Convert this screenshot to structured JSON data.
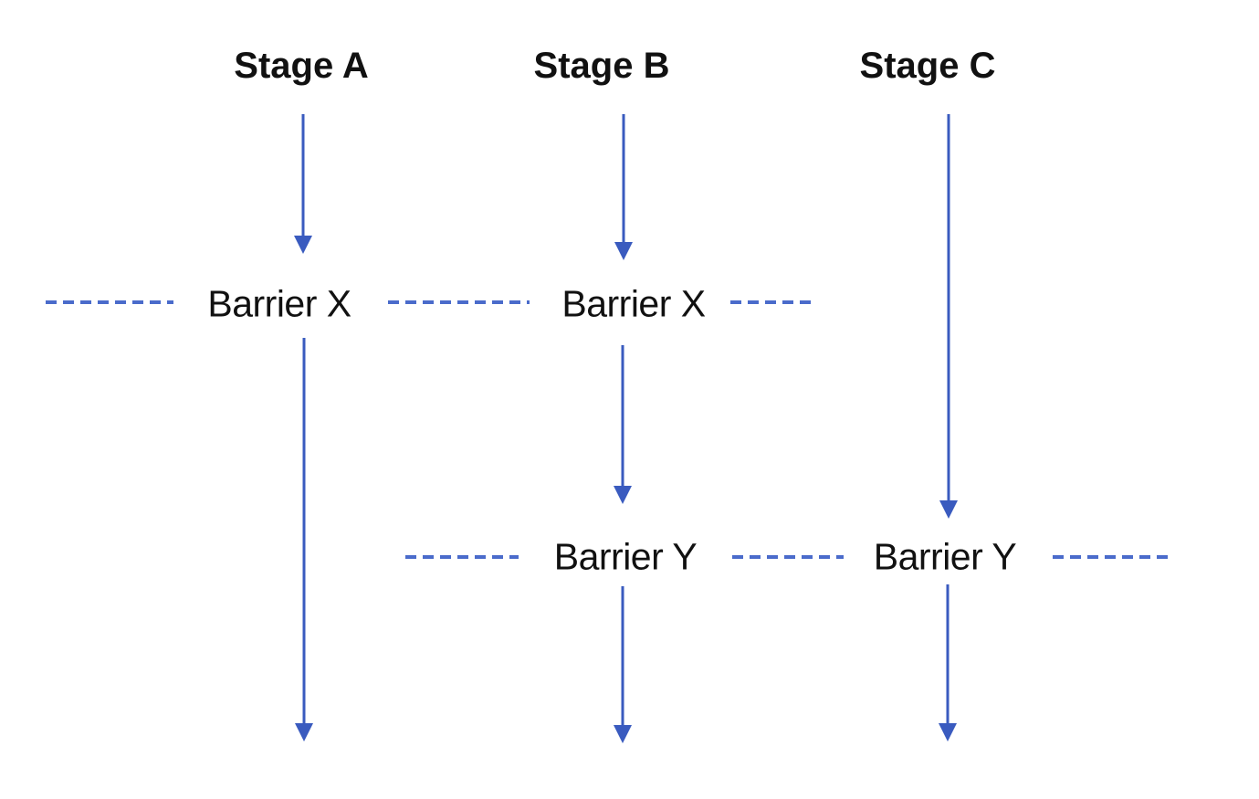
{
  "diagram": {
    "type": "parallel-stage-barrier-diagram",
    "labels": {
      "stage_a": "Stage A",
      "stage_b": "Stage B",
      "stage_c": "Stage C",
      "barrier_x": "Barrier X",
      "barrier_y": "Barrier Y"
    },
    "stages": [
      "Stage A",
      "Stage B",
      "Stage C"
    ],
    "barriers": [
      {
        "name": "Barrier X",
        "crosses": [
          "Stage A",
          "Stage B"
        ]
      },
      {
        "name": "Barrier Y",
        "crosses": [
          "Stage B",
          "Stage C"
        ]
      }
    ],
    "colors": {
      "arrow": "#3a5bbf",
      "dash": "#4a6bcb",
      "text": "#111111",
      "background": "#ffffff"
    }
  }
}
